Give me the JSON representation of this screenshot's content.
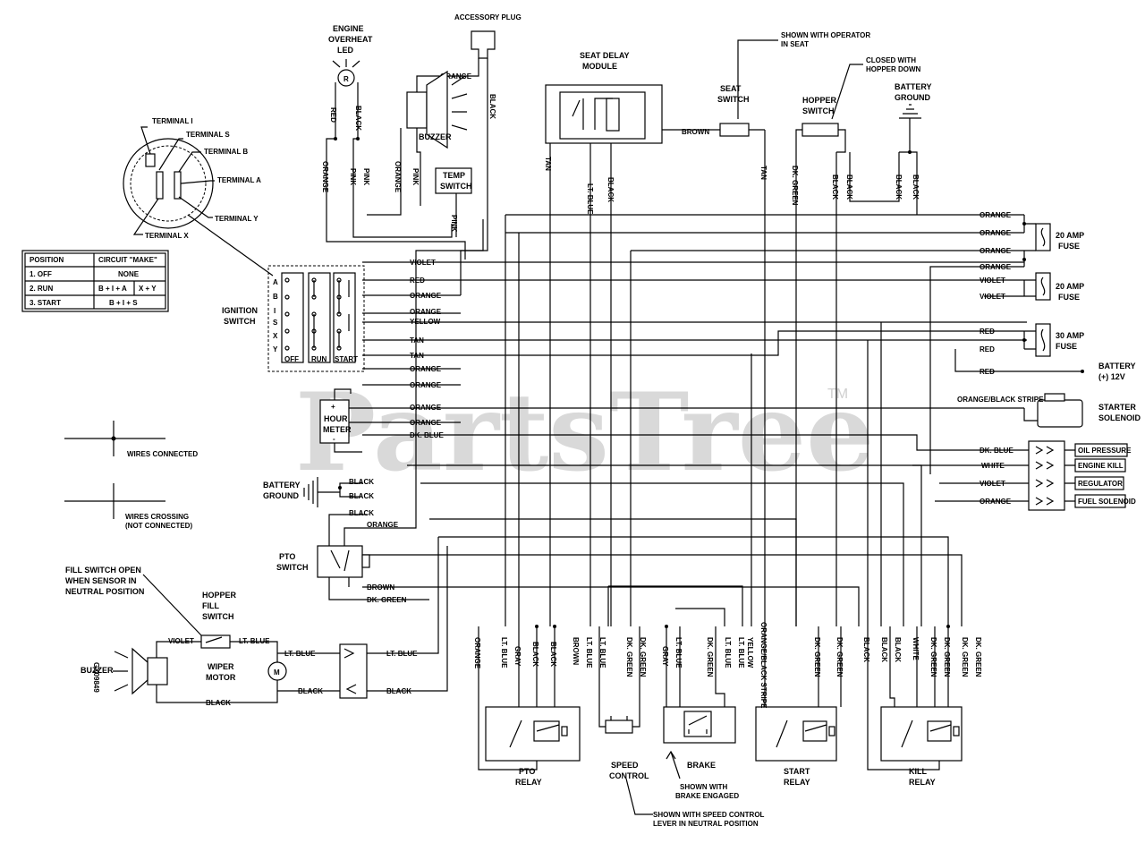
{
  "watermark": {
    "brand": "PartsTree",
    "tm": "TM"
  },
  "doc_code": "GX09849",
  "components": {
    "accessory_plug": "ACCESSORY PLUG",
    "engine_overheat_led": [
      "ENGINE",
      "OVERHEAT",
      "LED"
    ],
    "led_symbol": "R",
    "buzzer_top": "BUZZER",
    "temp_switch": [
      "TEMP",
      "SWITCH"
    ],
    "seat_delay_module": [
      "SEAT DELAY",
      "MODULE"
    ],
    "seat_switch": [
      "SEAT",
      "SWITCH"
    ],
    "seat_note": [
      "SHOWN WITH OPERATOR",
      "IN SEAT"
    ],
    "hopper_switch": [
      "HOPPER",
      "SWITCH"
    ],
    "hopper_note": [
      "CLOSED WITH",
      "HOPPER DOWN"
    ],
    "battery_ground_top": [
      "BATTERY",
      "GROUND"
    ],
    "ignition_switch": [
      "IGNITION",
      "SWITCH"
    ],
    "ignition_terminals": [
      "A",
      "B",
      "I",
      "S",
      "X",
      "Y"
    ],
    "ignition_positions": [
      "OFF",
      "RUN",
      "START"
    ],
    "hour_meter": [
      "HOUR",
      "METER"
    ],
    "battery_ground_left": [
      "BATTERY",
      "GROUND"
    ],
    "pto_switch": [
      "PTO",
      "SWITCH"
    ],
    "hopper_fill_switch": [
      "HOPPER",
      "FILL",
      "SWITCH"
    ],
    "fill_note": [
      "FILL SWITCH OPEN",
      "WHEN SENSOR IN",
      "NEUTRAL POSITION"
    ],
    "buzzer_left": "BUZZER",
    "wiper_motor": [
      "WIPER",
      "MOTOR"
    ],
    "motor_symbol": "M",
    "fuse_20a_1": [
      "20 AMP",
      "FUSE"
    ],
    "fuse_20a_2": [
      "20 AMP",
      "FUSE"
    ],
    "fuse_30a": [
      "30 AMP",
      "FUSE"
    ],
    "battery_12v": [
      "BATTERY",
      "(+) 12V"
    ],
    "starter_solenoid": [
      "STARTER",
      "SOLENOID"
    ],
    "pto_relay": [
      "PTO",
      "RELAY"
    ],
    "speed_control": [
      "SPEED",
      "CONTROL"
    ],
    "speed_note": [
      "SHOWN WITH SPEED CONTROL",
      "LEVER IN NEUTRAL POSITION"
    ],
    "brake": "BRAKE",
    "brake_note": [
      "SHOWN WITH",
      "BRAKE ENGAGED"
    ],
    "start_relay": [
      "START",
      "RELAY"
    ],
    "kill_relay": [
      "KILL",
      "RELAY"
    ]
  },
  "terminals_key": [
    "TERMINAL I",
    "TERMINAL S",
    "TERMINAL B",
    "TERMINAL A",
    "TERMINAL Y",
    "TERMINAL X"
  ],
  "circuit_table": {
    "headers": [
      "POSITION",
      "CIRCUIT \"MAKE\""
    ],
    "rows": [
      [
        "1. OFF",
        "NONE",
        ""
      ],
      [
        "2. RUN",
        "B + I + A",
        "X + Y"
      ],
      [
        "3. START",
        "B + I + S",
        ""
      ]
    ]
  },
  "legend": {
    "connected": "WIRES CONNECTED",
    "crossing": [
      "WIRES CROSSING",
      "(NOT CONNECTED)"
    ]
  },
  "engine_outputs": [
    "OIL PRESSURE",
    "ENGINE KILL",
    "REGULATOR",
    "FUEL SOLENOID"
  ],
  "wire_colors": {
    "orange": "ORANGE",
    "red": "RED",
    "black": "BLACK",
    "pink": "PINK",
    "tan": "TAN",
    "lt_blue": "LT. BLUE",
    "brown": "BROWN",
    "dk_green": "DK. GREEN",
    "violet": "VIOLET",
    "yellow": "YELLOW",
    "dk_blue": "DK. BLUE",
    "white": "WHITE",
    "gray": "GRAY",
    "orange_black": "ORANGE/BLACK STRIPE"
  }
}
